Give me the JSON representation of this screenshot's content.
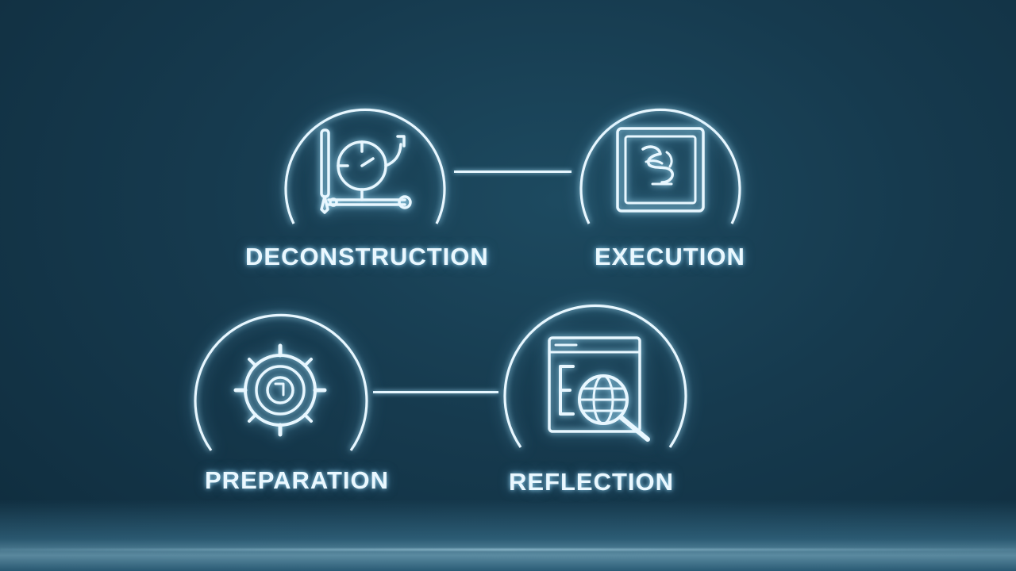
{
  "diagram": {
    "nodes": [
      {
        "id": "deconstruction",
        "label": "DECONSTRUCTION",
        "icon": "pipe-gauge-icon"
      },
      {
        "id": "execution",
        "label": "EXECUTION",
        "icon": "framed-document-icon"
      },
      {
        "id": "preparation",
        "label": "PREPARATION",
        "icon": "target-gear-icon"
      },
      {
        "id": "reflection",
        "label": "REFLECTION",
        "icon": "browser-globe-search-icon"
      }
    ],
    "edges": [
      {
        "from": "deconstruction",
        "to": "execution"
      },
      {
        "from": "preparation",
        "to": "reflection"
      }
    ]
  },
  "colors": {
    "background": "#163a4e",
    "line": "#e8f7ff",
    "glow": "#9fdcff"
  }
}
